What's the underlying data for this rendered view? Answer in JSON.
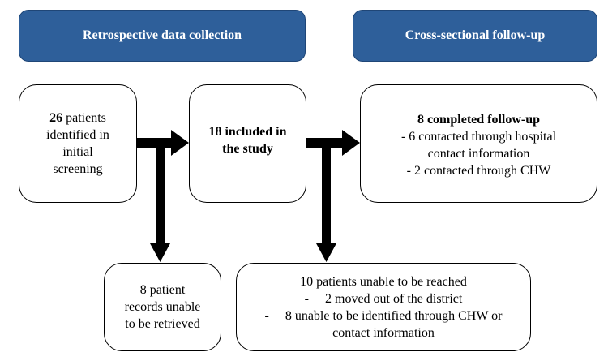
{
  "headers": {
    "left": "Retrospective data collection",
    "right": "Cross-sectional follow-up"
  },
  "boxes": {
    "screening": {
      "count": "26",
      "line1_rest": " patients",
      "line2": "identified in",
      "line3": "initial",
      "line4": "screening"
    },
    "included": {
      "line1": "18 included in",
      "line2": "the study"
    },
    "followup": {
      "title": "8 completed follow-up",
      "line2": "- 6 contacted through hospital",
      "line3": "contact information",
      "line4": "- 2 contacted through CHW"
    },
    "records": {
      "line1": "8 patient",
      "line2": "records unable",
      "line3": "to be retrieved"
    },
    "unreached": {
      "title": "10 patients unable to be reached",
      "line2": "-     2 moved out of the district",
      "line3": "-     8 unable to be identified through CHW or",
      "line4": "contact information"
    }
  },
  "colors": {
    "header_fill": "#2e5f9a",
    "header_text": "#ffffff",
    "arrow": "#000000"
  }
}
